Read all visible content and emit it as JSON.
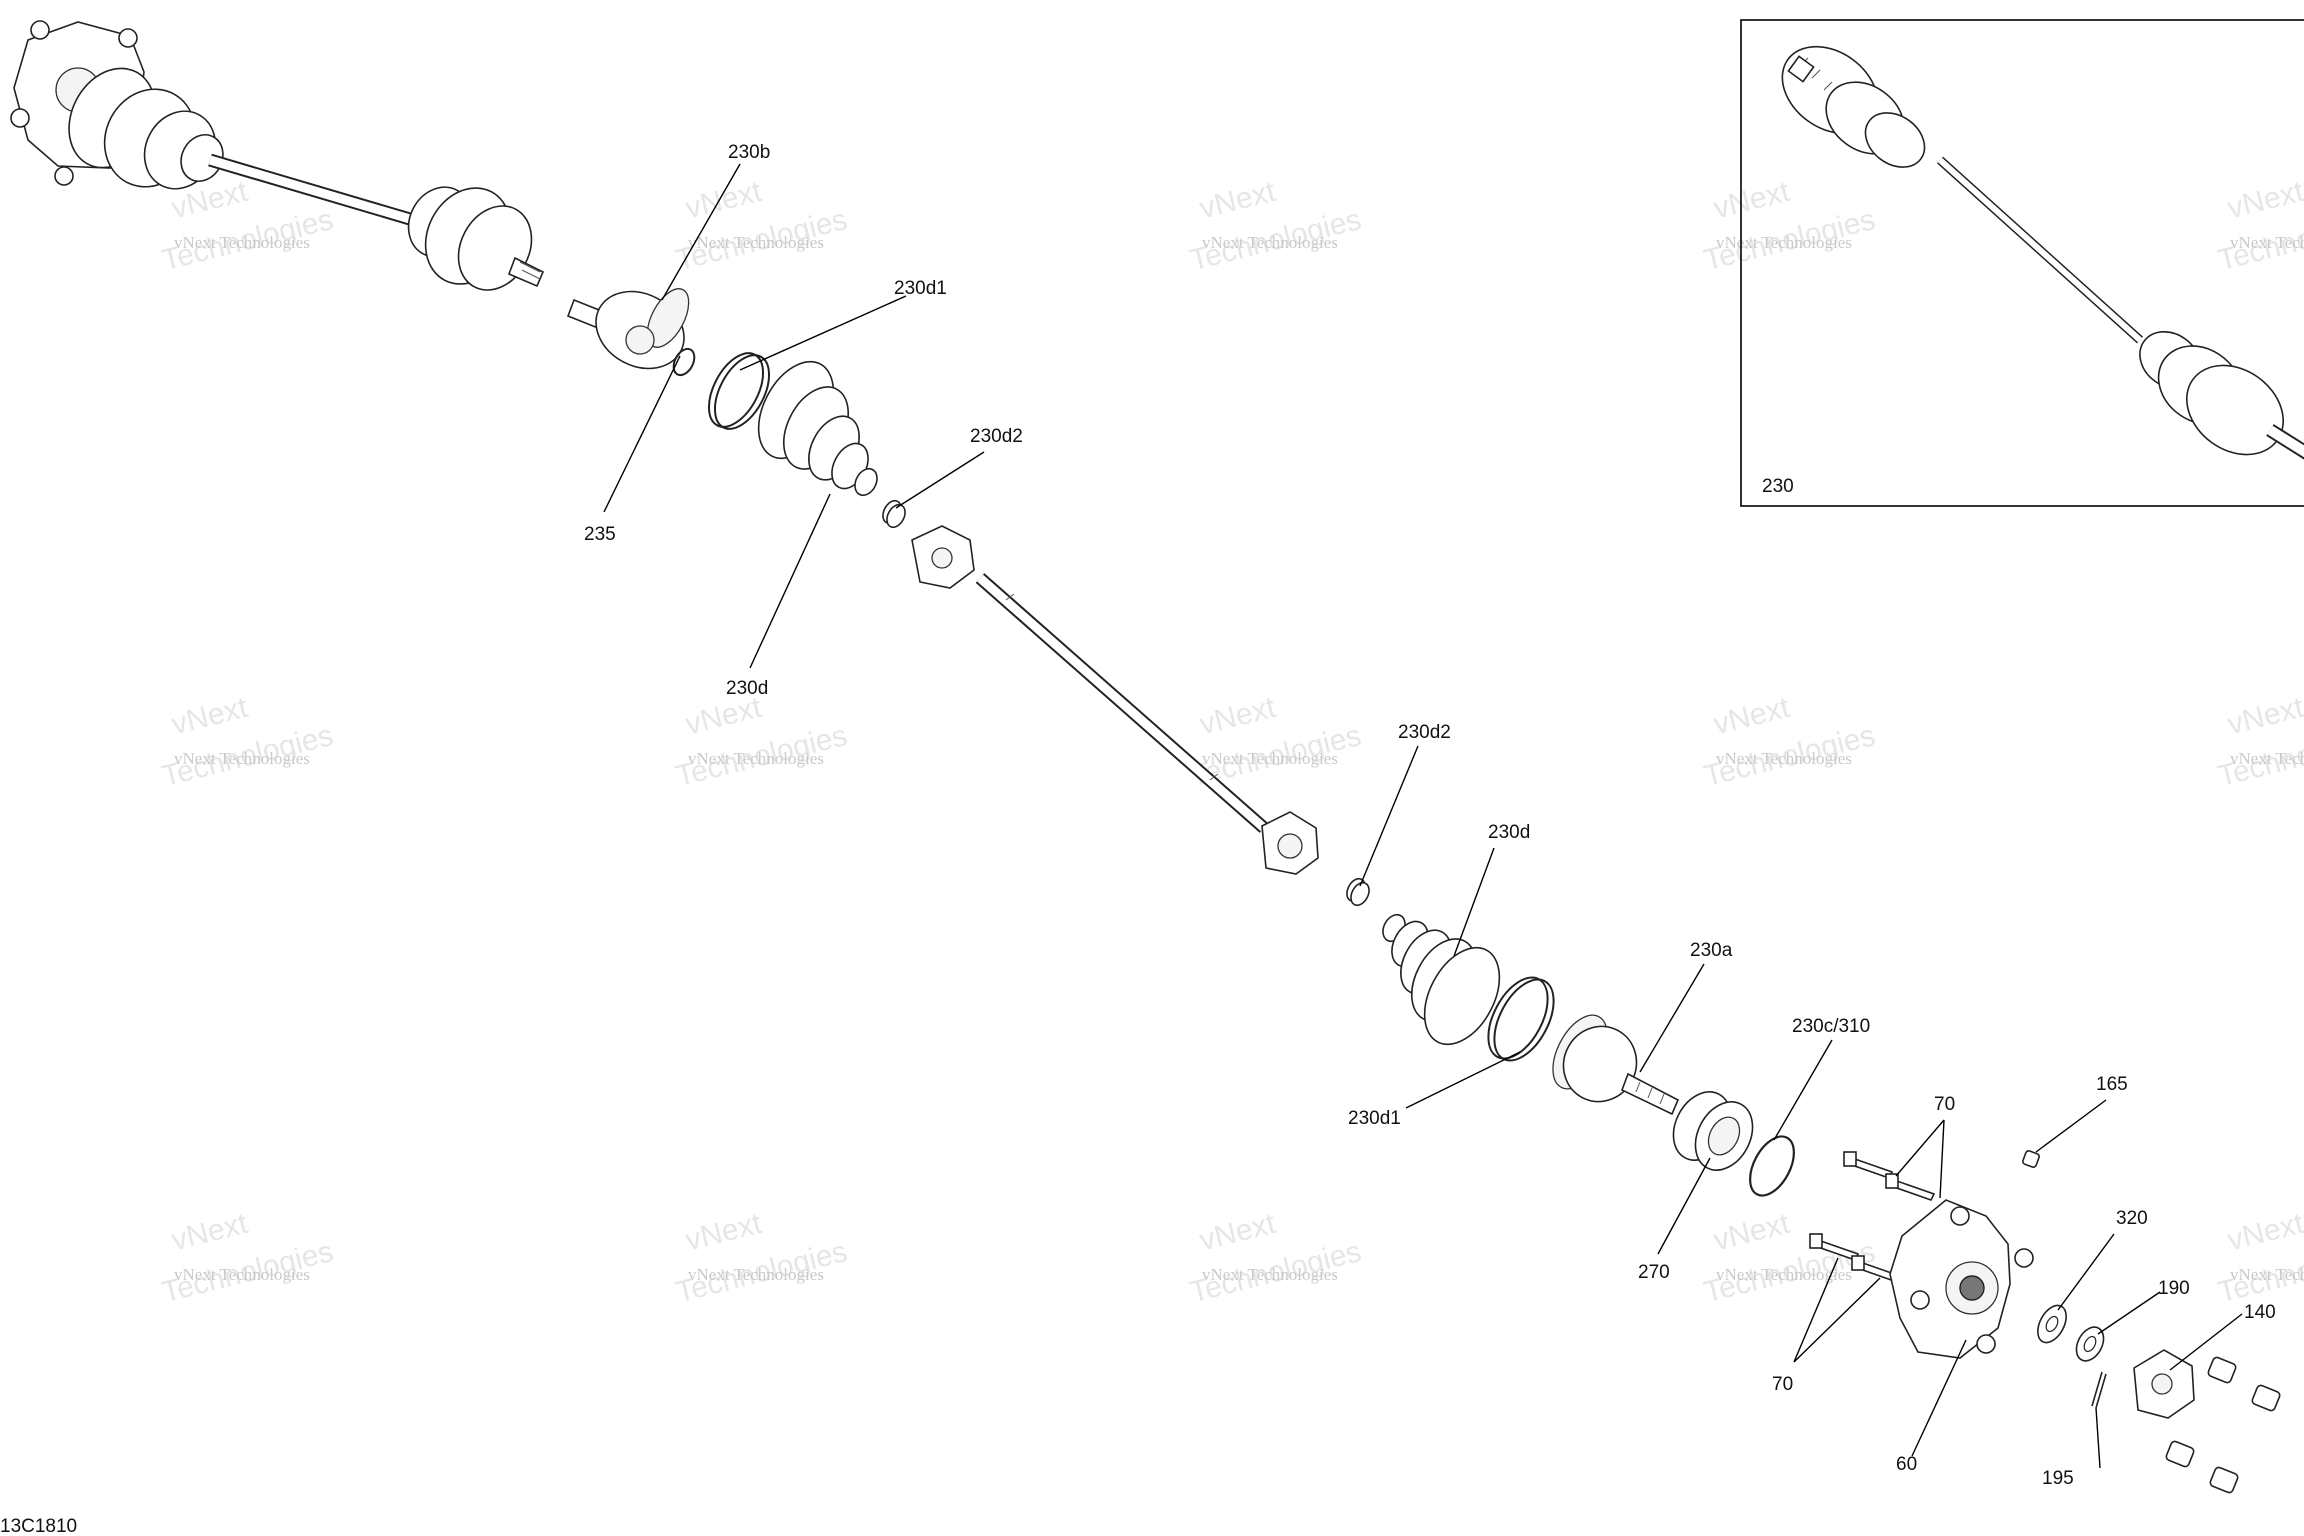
{
  "watermark": {
    "line1": "vNext Technologies",
    "line2": "Technologies",
    "line3": "vNext"
  },
  "drawing_number": "13C1810",
  "inset": {
    "label": "230"
  },
  "callouts": {
    "c230b": "230b",
    "c230d1_top": "230d1",
    "c235": "235",
    "c230d2_top": "230d2",
    "c230d_top": "230d",
    "c230d2_mid": "230d2",
    "c230d_mid": "230d",
    "c230a": "230a",
    "c230d1_bottom": "230d1",
    "c230c310": "230c/310",
    "c270": "270",
    "c70_top": "70",
    "c165": "165",
    "c70_bottom": "70",
    "c320": "320",
    "c190": "190",
    "c140": "140",
    "c60": "60",
    "c195": "195"
  }
}
